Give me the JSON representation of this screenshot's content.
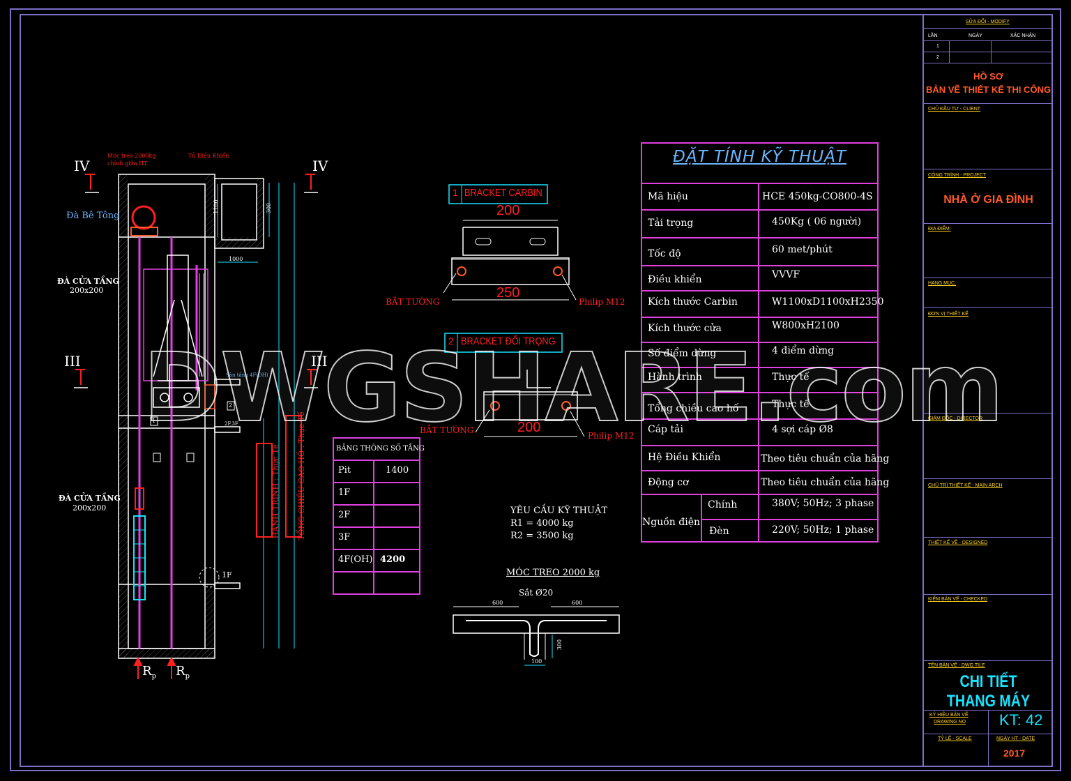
{
  "colors": {
    "frame": "#7c70c8",
    "accent": "#ff5a2a",
    "cyan": "#19e3ff",
    "magenta": "#e040e0",
    "yellow": "#ffd21e",
    "red": "#ff2020",
    "blue": "#6ab6ff"
  },
  "title_block": {
    "revision_header": "SỬA ĐỔI - MODIFY",
    "col_lan": "LẦN",
    "col_ngay": "NGÀY",
    "col_xacnhan": "XÁC NHẬN",
    "rev_1": "1",
    "rev_2": "2",
    "ho_so": "HỒ SƠ",
    "ban_ve": "BẢN VẼ THIẾT KẾ THI CÔNG",
    "client_label": "CHỦ ĐẦU TƯ - CLIENT",
    "project_label": "CÔNG TRÌNH - PROJECT",
    "project_name": "NHÀ Ở GIA ĐÌNH",
    "location_label": "ĐỊA ĐIỂM:",
    "item_label": "HẠNG MỤC:",
    "design_unit_label": "ĐƠN VỊ THIẾT KẾ",
    "director_label": "GIÁM ĐỐC - DIRECTOR",
    "main_arch_label": "CHỦ TRÌ THIẾT KẾ - MAIN ARCH",
    "designed_label": "THIẾT KẾ VẼ - DESIGNED",
    "checked_label": "KIỂM BẢN VẼ - CHECKED",
    "dwg_title_label": "TÊN BẢN VẼ - DWG.TILE",
    "dwg_title": "CHI TIẾT THANG MÁY",
    "drawing_no_label_1": "KÝ HIỆU BẢN VẼ",
    "drawing_no_label_2": "DRAWING NO",
    "drawing_no": "KT: 42",
    "scale_label": "TỶ LỆ - SCALE",
    "date_label": "NGÀY HT - DATE",
    "date": "2017"
  },
  "spec": {
    "title": "ĐẶT TÍNH KỸ THUẬT",
    "rows": [
      {
        "label": "Mã hiệu",
        "value": "HCE 450kg-CO800-4S"
      },
      {
        "label": "Tải trọng",
        "value": "450Kg ( 06 người)"
      },
      {
        "label": "Tốc độ",
        "value": "60 met/phút"
      },
      {
        "label": "Điều khiển",
        "value": "VVVF"
      },
      {
        "label": "Kích thước Carbin",
        "value": "W1100xD1100xH2350"
      },
      {
        "label": "Kích thước cửa",
        "value": "W800xH2100"
      },
      {
        "label": "Số điểm dừng",
        "value": "4 điểm dừng"
      },
      {
        "label": "Hành trình",
        "value": "Thực tế"
      },
      {
        "label": "Tổng chiều cao hố",
        "value": "Thực tế"
      },
      {
        "label": "Cáp tải",
        "value": "4 sợi cáp  Ø8"
      },
      {
        "label": "Hệ Điều Khiển",
        "value": "Theo tiêu chuẩn của hãng"
      },
      {
        "label": "Động cơ",
        "value": "Theo tiêu chuẩn của hãng"
      }
    ],
    "power_label": "Nguồn điện",
    "power_main_label": "Chính",
    "power_main_value": "380V; 50Hz; 3 phase",
    "power_light_label": "Đèn",
    "power_light_value": "220V; 50Hz; 1 phase"
  },
  "floors": {
    "title": "BẢNG THÔNG SỐ TẦNG",
    "rows": [
      {
        "floor": "Pit",
        "value": "1400"
      },
      {
        "floor": "1F",
        "value": ""
      },
      {
        "floor": "2F",
        "value": ""
      },
      {
        "floor": "3F",
        "value": ""
      },
      {
        "floor": "4F(OH)",
        "value": "4200"
      },
      {
        "floor": "",
        "value": ""
      }
    ]
  },
  "brackets": {
    "carbin_no": "1",
    "carbin_title": "BRACKET CARBIN",
    "carbin_dim_top": "200",
    "carbin_dim_bottom": "250",
    "counter_no": "2",
    "counter_title": "BRACKET ĐỐI TRỌNG",
    "counter_dim": "200",
    "wall_label": "BẮT TƯỜNG",
    "bolt_label": "Philip M12"
  },
  "requirements": {
    "title": "YÊU CẦU KỸ THUẬT",
    "r1": "R1 = 4000 kg",
    "r2": "R2   = 3500 kg"
  },
  "hook": {
    "title": "MÓC TREO 2000 kg",
    "steel": "Sắt Ø20",
    "dim_left": "600",
    "dim_right": "600",
    "dim_bottom": "100",
    "dim_depth": "300"
  },
  "section": {
    "iv": "IV",
    "iii": "III",
    "da_be_tong": "Đà Bê Tông",
    "da_cua_tang": "ĐÀ CỬA TẦNG",
    "beam_size": "200x200",
    "hook_note_1": "Móc treo 2000kg",
    "hook_note_2": "chính giữa HT",
    "control_cabinet": "Tủ Điều Khiển",
    "dim_1000": "1000",
    "dim_1100": "1100",
    "dim_300": "300",
    "floor_level": "Sàn tầng 4F(OH)",
    "stop_label": "2F,3F",
    "floor_1f": "1F",
    "hanh_trinh": "HÀNH TRÌNH : Thực Tế",
    "tong_chieu_cao": "TỔNG CHIỀU CAO HỐ : Thực Tế",
    "tag_1": "1",
    "tag_2": "2",
    "reaction": "R",
    "reaction_sub": "p"
  },
  "watermark": "DWGSHARE.com"
}
